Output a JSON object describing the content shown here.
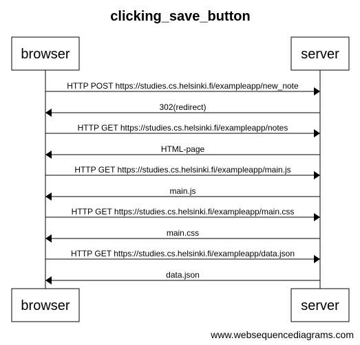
{
  "title": "clicking_save_button",
  "actors": {
    "left": "browser",
    "right": "server"
  },
  "messages": [
    {
      "from": "browser",
      "to": "server",
      "label": "HTTP POST https://studies.cs.helsinki.fi/exampleapp/new_note"
    },
    {
      "from": "server",
      "to": "browser",
      "label": "302(redirect)"
    },
    {
      "from": "browser",
      "to": "server",
      "label": "HTTP GET https://studies.cs.helsinki.fi/exampleapp/notes"
    },
    {
      "from": "server",
      "to": "browser",
      "label": "HTML-page"
    },
    {
      "from": "browser",
      "to": "server",
      "label": "HTTP GET https://studies.cs.helsinki.fi/exampleapp/main.js"
    },
    {
      "from": "server",
      "to": "browser",
      "label": "main.js"
    },
    {
      "from": "browser",
      "to": "server",
      "label": "HTTP GET https://studies.cs.helsinki.fi/exampleapp/main.css"
    },
    {
      "from": "server",
      "to": "browser",
      "label": "main.css"
    },
    {
      "from": "browser",
      "to": "server",
      "label": "HTTP GET https://studies.cs.helsinki.fi/exampleapp/data.json"
    },
    {
      "from": "server",
      "to": "browser",
      "label": "data.json"
    }
  ],
  "watermark": "www.websequencediagrams.com",
  "colors": {
    "line": "#000000",
    "background": "#ffffff"
  }
}
